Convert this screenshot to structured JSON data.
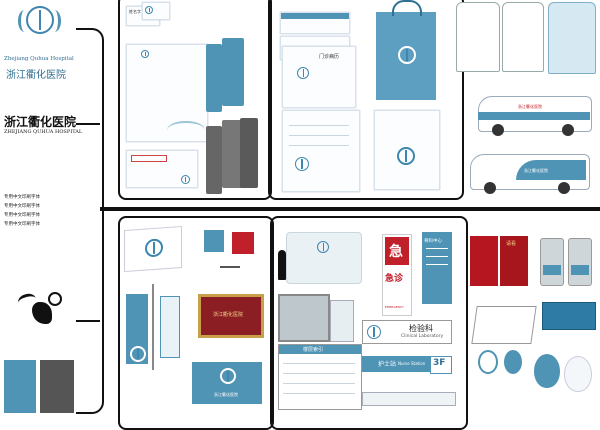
{
  "brand": {
    "name_cn": "浙江衢化医院",
    "name_en": "ZHEJIANG QUHUA HOSPITAL",
    "name_en_small": "Zhejiang Quhua Hospital",
    "colors": {
      "primary": "#4f93b5",
      "dark": "#2f6f93",
      "red": "#c0202a",
      "gray": "#555555"
    }
  },
  "font_samples": {
    "lines": [
      "专用中文印刷字体",
      "专用中文印刷字体",
      "专用中文印刷字体",
      "专用中文印刷字体"
    ]
  },
  "stationery": {
    "card_name": "姓名字",
    "outpatient_label": "门诊病历"
  },
  "signage": {
    "emergency_red": "急",
    "emergency_full": "急诊",
    "emergency_en": "EMERGENCY",
    "orthopedics": "骨科中心",
    "lab_title": "检验科",
    "lab_en": "Clinical Laboratory",
    "nurse_station_cn": "护士站",
    "nurse_station_en": "Nurse Station",
    "floor": "3F",
    "guide_title": "楼层索引",
    "calendar_top": "请看"
  },
  "ambulance": {
    "plate_text": "浙江衢化医院"
  }
}
